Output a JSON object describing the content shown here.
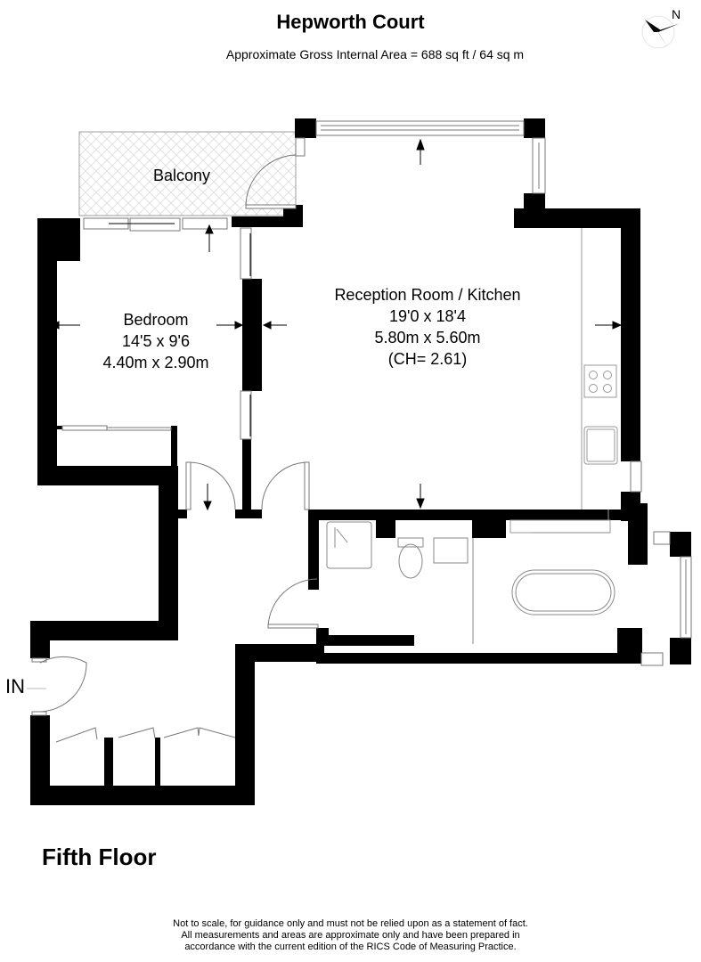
{
  "header": {
    "title": "Hepworth Court",
    "subtitle": "Approximate Gross Internal Area = 688 sq ft / 64 sq m",
    "compass_label": "N"
  },
  "rooms": {
    "balcony": {
      "name": "Balcony"
    },
    "bedroom": {
      "name": "Bedroom",
      "imperial": "14'5 x 9'6",
      "metric": "4.40m x 2.90m"
    },
    "reception": {
      "name": "Reception Room / Kitchen",
      "imperial": "19'0 x 18'4",
      "metric": "5.80m x 5.60m",
      "ceiling": "(CH= 2.61)"
    }
  },
  "entrance": {
    "label": "IN"
  },
  "floor": {
    "label": "Fifth Floor"
  },
  "footer": {
    "line1": "Not to scale, for guidance only and must not be relied upon as a statement of fact.",
    "line2": "All measurements and areas are approximate only and have been prepared in",
    "line3": "accordance with the current edition of the RICS Code of Measuring Practice."
  },
  "colors": {
    "wall": "#000000",
    "line": "#777777",
    "hatch": "#d8d8d8",
    "background": "#ffffff"
  }
}
